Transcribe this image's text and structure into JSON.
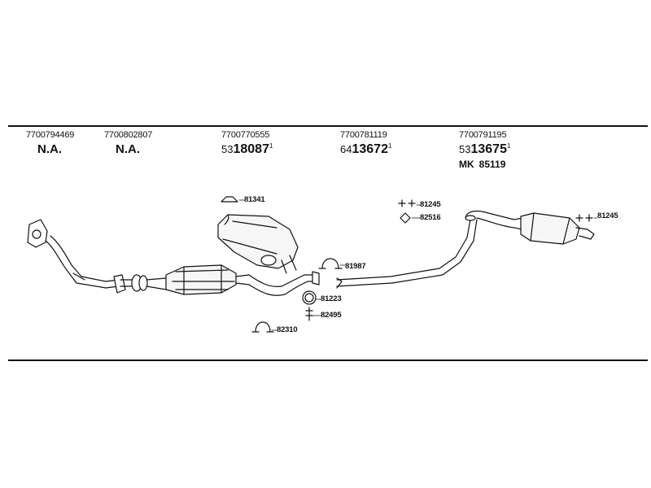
{
  "columns": [
    {
      "oe": "7700794469",
      "main_text": "N.A."
    },
    {
      "oe": "7700802807",
      "main_text": "N.A."
    },
    {
      "oe": "7700770555",
      "prefix": "53",
      "number": "18087",
      "suffix": "1"
    },
    {
      "oe": "7700781119",
      "prefix": "64",
      "number": "13672",
      "suffix": "1"
    },
    {
      "oe": "7700791195",
      "prefix": "53",
      "number": "13675",
      "suffix": "1",
      "extra_label": "MK",
      "extra_number": "85119"
    }
  ],
  "callouts": {
    "c81341": "81341",
    "c81245a": "81245",
    "c82516": "82516",
    "c81245b": "81245",
    "c81987": "81987",
    "c81223": "81223",
    "c82495": "82495",
    "c82310": "82310"
  }
}
